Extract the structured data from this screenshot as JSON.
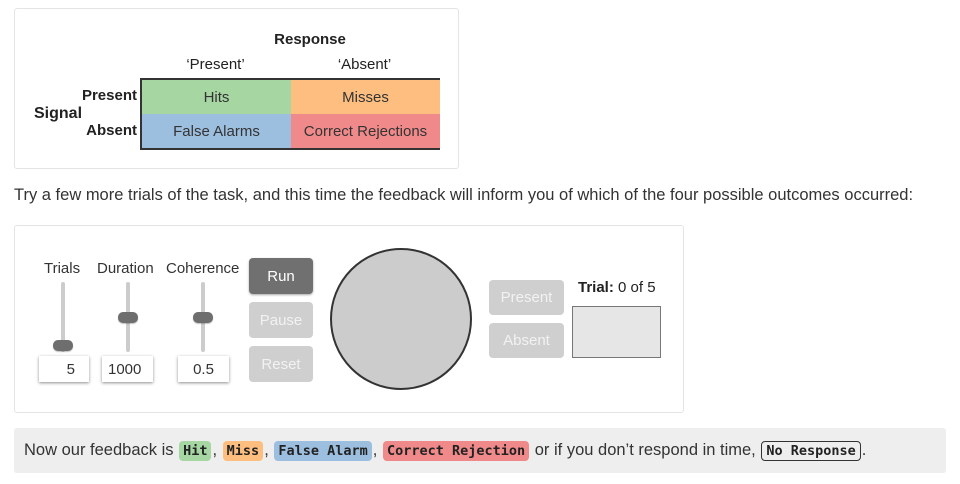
{
  "matrix": {
    "response_title": "Response",
    "signal_title": "Signal",
    "columns": [
      "‘Present’",
      "‘Absent’"
    ],
    "rows": [
      "Present",
      "Absent"
    ],
    "cells": [
      {
        "label": "Hits",
        "color": "#a6d6a2"
      },
      {
        "label": "Misses",
        "color": "#fdbe80"
      },
      {
        "label": "False Alarms",
        "color": "#9dbfdf"
      },
      {
        "label": "Correct Rejections",
        "color": "#f08a8a"
      }
    ]
  },
  "instruction": "Try a few more trials of the task, and this time the feedback will inform you of which of the four possible outcomes occurred:",
  "task": {
    "sliders": [
      {
        "label": "Trials",
        "value": "5"
      },
      {
        "label": "Duration",
        "value": "1000"
      },
      {
        "label": "Coherence",
        "value": "0.5"
      }
    ],
    "buttons": {
      "run": "Run",
      "pause": "Pause",
      "reset": "Reset"
    },
    "response_buttons": {
      "present": "Present",
      "absent": "Absent"
    },
    "trial": {
      "label": "Trial:",
      "value": "0 of 5"
    },
    "colors": {
      "stimulus_fill": "#cccccc",
      "feedback_fill": "#e6e6e6",
      "active_button": "#707070",
      "disabled_button": "#cfcfcf"
    }
  },
  "legend": {
    "prefix": "Now our feedback is",
    "sep": ",",
    "mid": "or if you don’t respond in time,",
    "suffix": ".",
    "tags": [
      {
        "label": "Hit",
        "color": "#a6d6a2"
      },
      {
        "label": "Miss",
        "color": "#fdbe80"
      },
      {
        "label": "False Alarm",
        "color": "#9dbfdf"
      },
      {
        "label": "Correct Rejection",
        "color": "#f08a8a"
      },
      {
        "label": "No Response",
        "color": "outline"
      }
    ]
  }
}
